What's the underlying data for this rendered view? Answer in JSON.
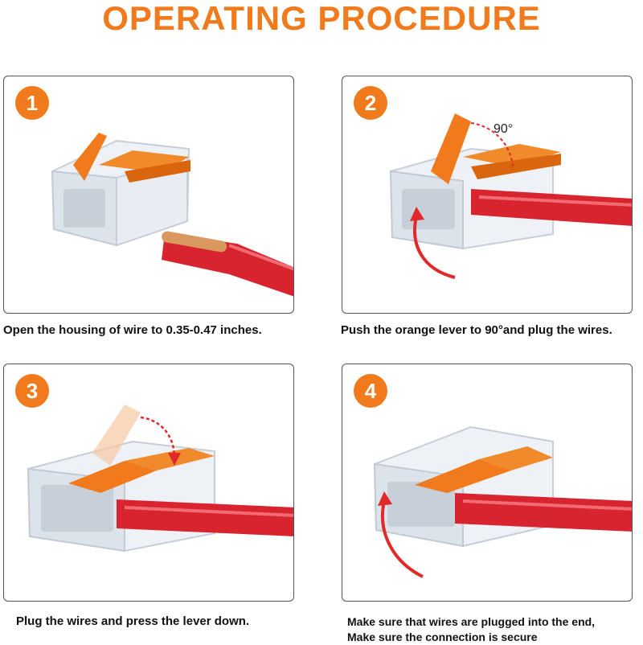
{
  "header": {
    "title": "OPERATING PROCEDURE"
  },
  "colors": {
    "accent": "#f07a1c",
    "wire": "#d8242f",
    "housing": "#e8ecf2",
    "copper": "#d9985d"
  },
  "steps": [
    {
      "number": "1",
      "caption": "Open the housing of wire to 0.35-0.47 inches."
    },
    {
      "number": "2",
      "caption": "Push the orange lever to 90°and plug the wires.",
      "angle_label": "90°"
    },
    {
      "number": "3",
      "caption": "Plug the wires and press the lever down."
    },
    {
      "number": "4",
      "caption_lines": [
        "Make sure that wires are plugged into the end,",
        "Make sure the connection is secure"
      ]
    }
  ]
}
